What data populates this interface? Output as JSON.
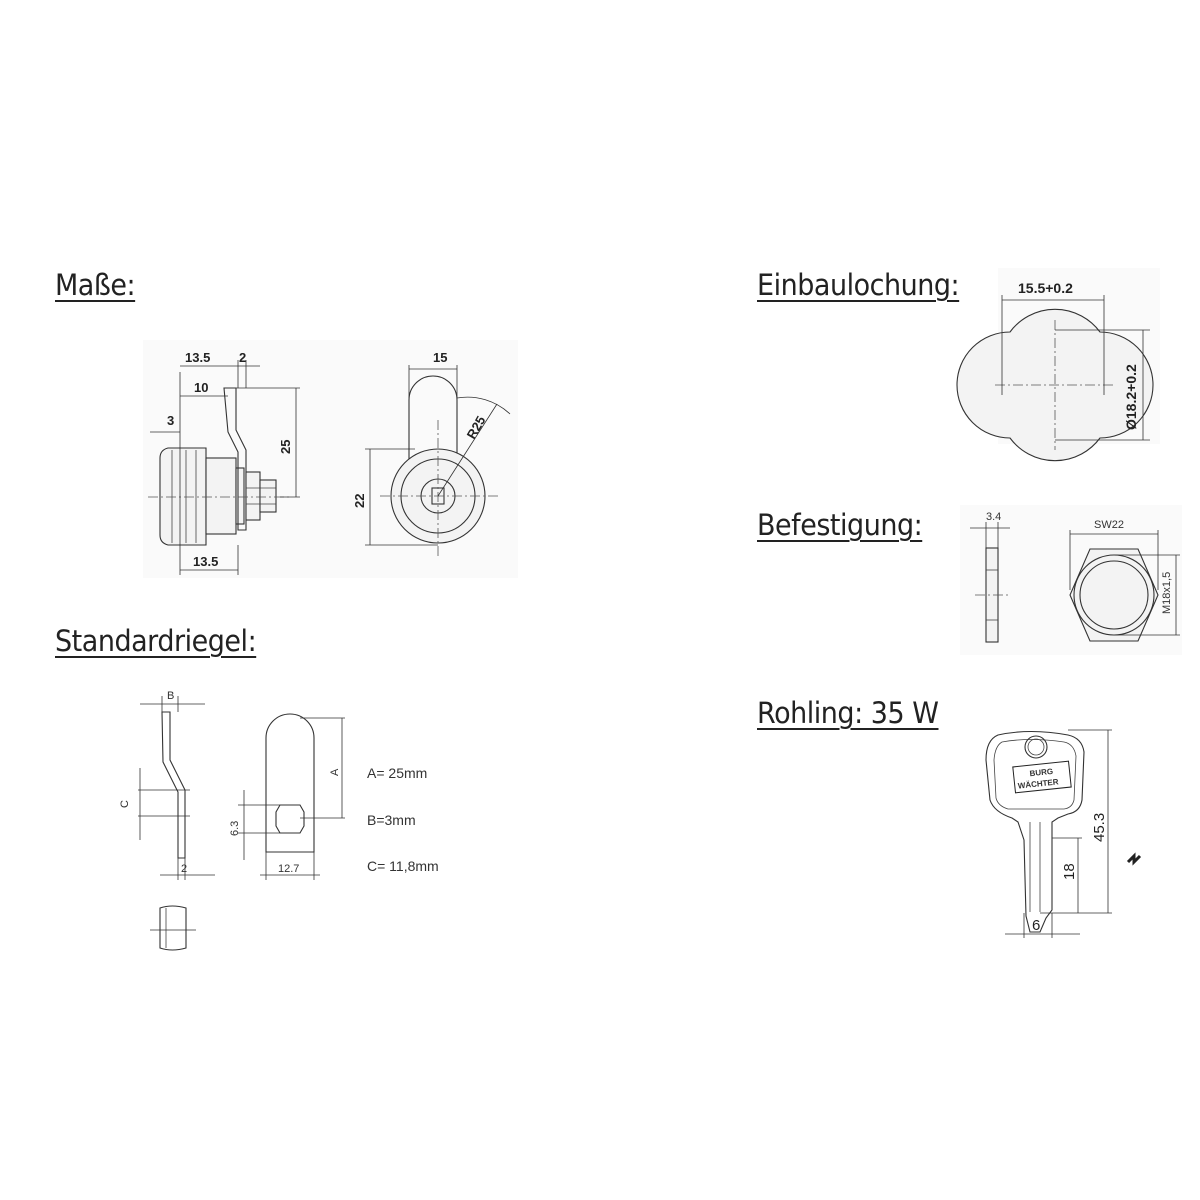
{
  "sections": {
    "masse": "Maße:",
    "standardriegel": "Standardriegel:",
    "einbaulochung": "Einbaulochung:",
    "befestigung": "Befestigung:",
    "rohling": "Rohling: 35 W"
  },
  "masse_dims": {
    "d1": "13.5",
    "d2": "2",
    "d3": "10",
    "d4": "3",
    "d5": "25",
    "d6": "13.5",
    "d7": "15",
    "d8": "R25",
    "d9": "22"
  },
  "riegel_dims": {
    "b": "B",
    "c": "C",
    "two": "2",
    "a": "A",
    "h": "6.3",
    "w": "12.7"
  },
  "riegel_specs": {
    "a": "A= 25mm",
    "b": "B=3mm",
    "c": "C= 11,8mm"
  },
  "einbau_dims": {
    "w": "15.5+0.2",
    "h": "Ø18.2+0.2"
  },
  "befest_dims": {
    "t": "3.4",
    "sw": "SW22",
    "m": "M18x1,5"
  },
  "rohling_dims": {
    "brand1": "BURG",
    "brand2": "WÄCHTER",
    "h": "45.3",
    "l": "18",
    "w": "6"
  }
}
